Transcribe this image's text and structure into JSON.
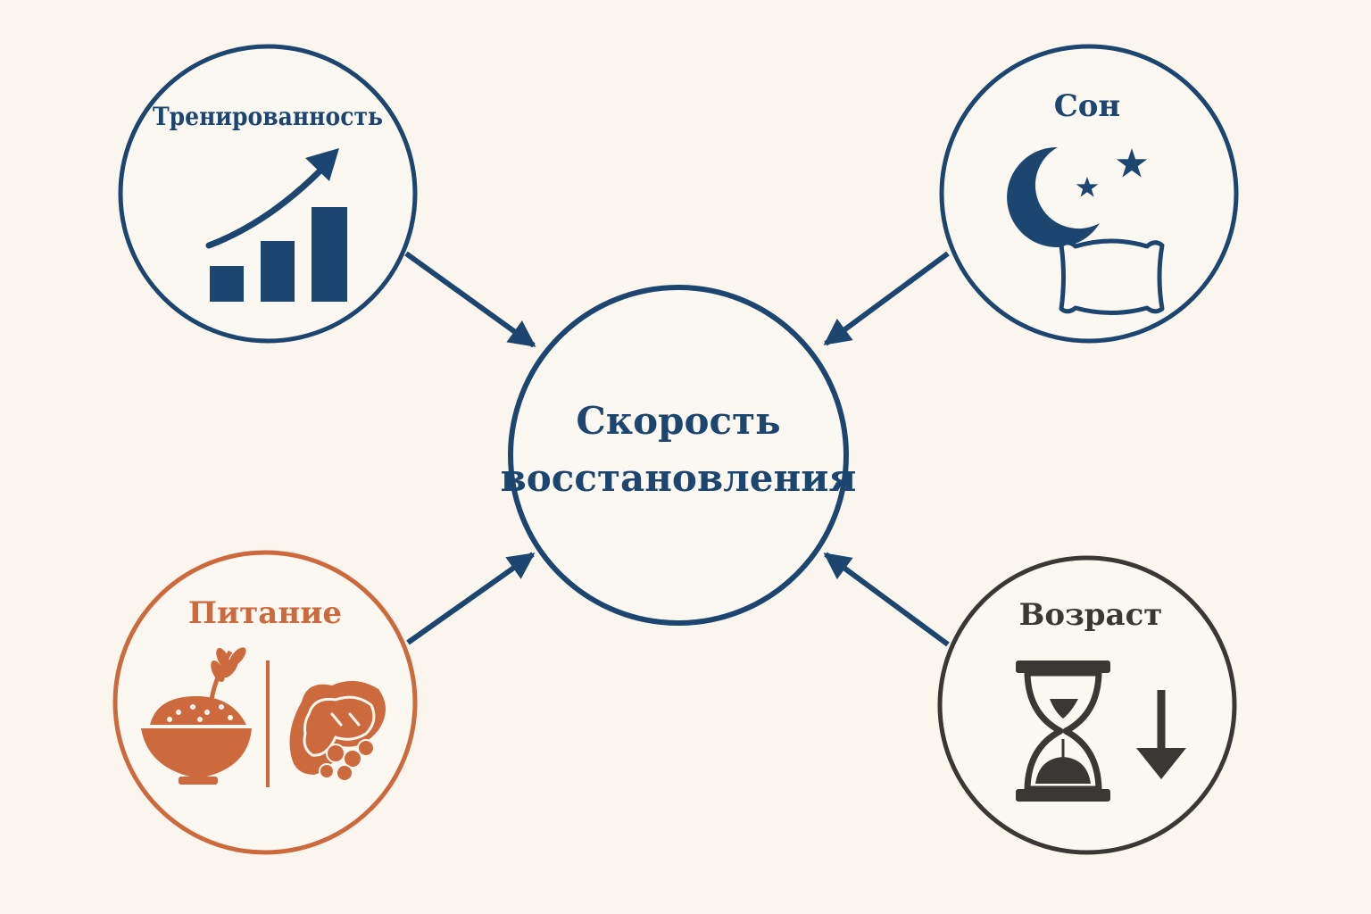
{
  "center": {
    "line1": "Скорость",
    "line2": "восстановления"
  },
  "nodes": {
    "training": {
      "label": "Тренированность",
      "icon": "bar-chart-growth-icon"
    },
    "sleep": {
      "label": "Сон",
      "icon": "moon-stars-pillow-icon"
    },
    "nutrition": {
      "label": "Питание",
      "icon": "grain-bowl-and-meat-icon"
    },
    "age": {
      "label": "Возраст",
      "icon": "hourglass-down-arrow-icon"
    }
  },
  "colors": {
    "background": "#faf6ee",
    "navy": "#1c4570",
    "orange": "#cc6a3e",
    "dark": "#3a3835"
  }
}
